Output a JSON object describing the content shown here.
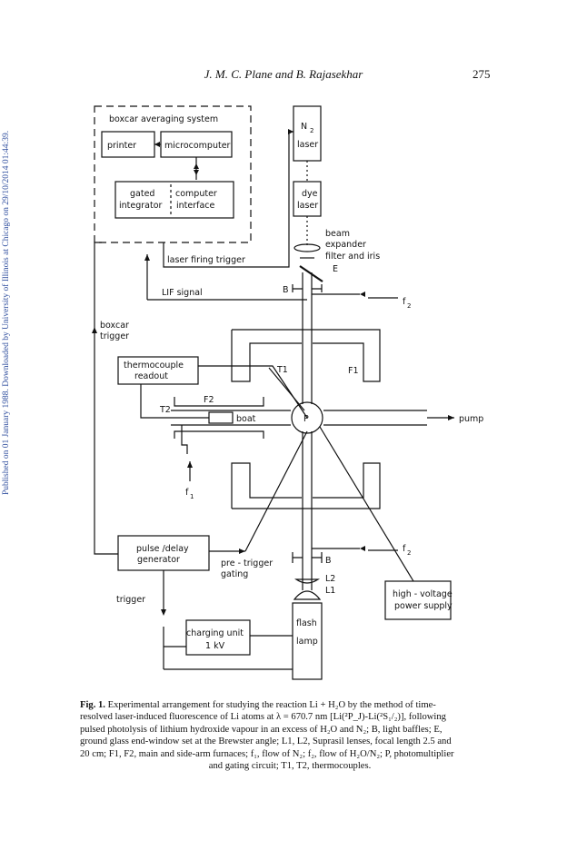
{
  "header": {
    "authors": "J. M. C. Plane and B. Rajasekhar",
    "page_number": "275"
  },
  "side_note": "Published on 01 January 1988. Downloaded by University of Illinois at Chicago on 29/10/2014 01:44:39.",
  "figure": {
    "labels": {
      "boxcar_system": "boxcar averaging system",
      "printer": "printer",
      "microcomputer": "microcomputer",
      "gated": "gated",
      "integrator": "integrator",
      "computer": "computer",
      "interface": "interface",
      "n2": "N",
      "n2_sub": "2",
      "laser": "laser",
      "dye": "dye",
      "dye_laser": "laser",
      "beam": "beam",
      "expander": "expander",
      "filter_iris": "filter and iris",
      "E": "E",
      "laser_firing": "laser firing trigger",
      "lif_signal": "LIF signal",
      "B_top": "B",
      "f2_top": "f",
      "f2_top_sub": "2",
      "boxcar": "boxcar",
      "trigger_label": "trigger",
      "thermocouple": "thermocouple",
      "readout": "readout",
      "T1": "T1",
      "F1": "F1",
      "F2": "F2",
      "T2": "T2",
      "boat": "boat",
      "P": "P",
      "pump": "pump",
      "f1": "f",
      "f1_sub": "1",
      "pulse_delay": "pulse /delay",
      "generator": "generator",
      "pre_trigger": "pre - trigger",
      "gating": "gating",
      "f2_bottom": "f",
      "f2_bottom_sub": "2",
      "B_bottom": "B",
      "L2": "L2",
      "L1": "L1",
      "high_voltage": "high - voltage",
      "power_supply": "power supply",
      "trigger_bottom": "trigger",
      "charging_unit": "charging unit",
      "one_kv": "1  kV",
      "flash": "flash",
      "lamp": "lamp"
    }
  },
  "caption": {
    "fig_label": "Fig. 1.",
    "lines": [
      "Experimental arrangement for studying the reaction Li + H₂O by the method of time-",
      "resolved laser-induced fluorescence of Li atoms at λ = 670.7 nm [Li(²P_J)-Li(²S₁/₂)], following",
      "pulsed photolysis of lithium hydroxide vapour in an excess of H₂O and N₂; B, light baffles; E,",
      "ground glass end-window set at the Brewster angle; L1, L2, Suprasil lenses, focal length 2.5 and",
      "20 cm; F1, F2, main and side-arm furnaces; f₁, flow of N₂; f₂, flow of H₂O/N₂; P, photomultiplier",
      "and gating circuit; T1, T2, thermocouples."
    ]
  }
}
